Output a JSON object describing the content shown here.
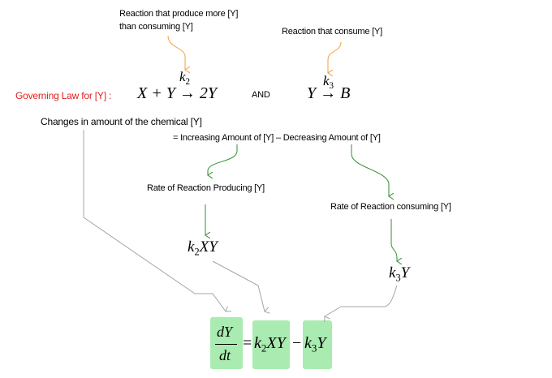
{
  "annotations": {
    "produce_more": [
      "Reaction that produce more [Y]",
      "than consuming [Y]"
    ],
    "consume": "Reaction that consume [Y]"
  },
  "governing_law_label": "Governing  Law for [Y] :",
  "reaction1": {
    "rate_constant": "k",
    "rate_constant_sub": "2",
    "lhs": "X + Y",
    "rhs": "2Y"
  },
  "and_label": "AND",
  "reaction2": {
    "rate_constant": "k",
    "rate_constant_sub": "3",
    "lhs": "Y",
    "rhs": "B"
  },
  "changes_label": "Changes in amount of the chemical [Y]",
  "balance_label": "= Increasing Amount of [Y] – Decreasing Amount of [Y]",
  "rate_producing_label": "Rate of Reaction Producing [Y]",
  "rate_consuming_label": "Rate of Reaction consuming [Y]",
  "term_produce": {
    "k": "k",
    "sub": "2",
    "rest": "XY"
  },
  "term_consume": {
    "k": "k",
    "sub": "3",
    "rest": "Y"
  },
  "final_equation": {
    "numerator": "dY",
    "denominator": "dt",
    "equals": "=",
    "term1_k": "k",
    "term1_sub": "2",
    "term1_rest": "XY",
    "minus": "−",
    "term2_k": "k",
    "term2_sub": "3",
    "term2_rest": "Y"
  },
  "colors": {
    "orange_arrow": "#f0a040",
    "green_arrow": "#2f8f2f",
    "gray_arrow": "#a0a8a8",
    "highlight_box": "#a9ebb0",
    "red_label": "#e02020"
  }
}
